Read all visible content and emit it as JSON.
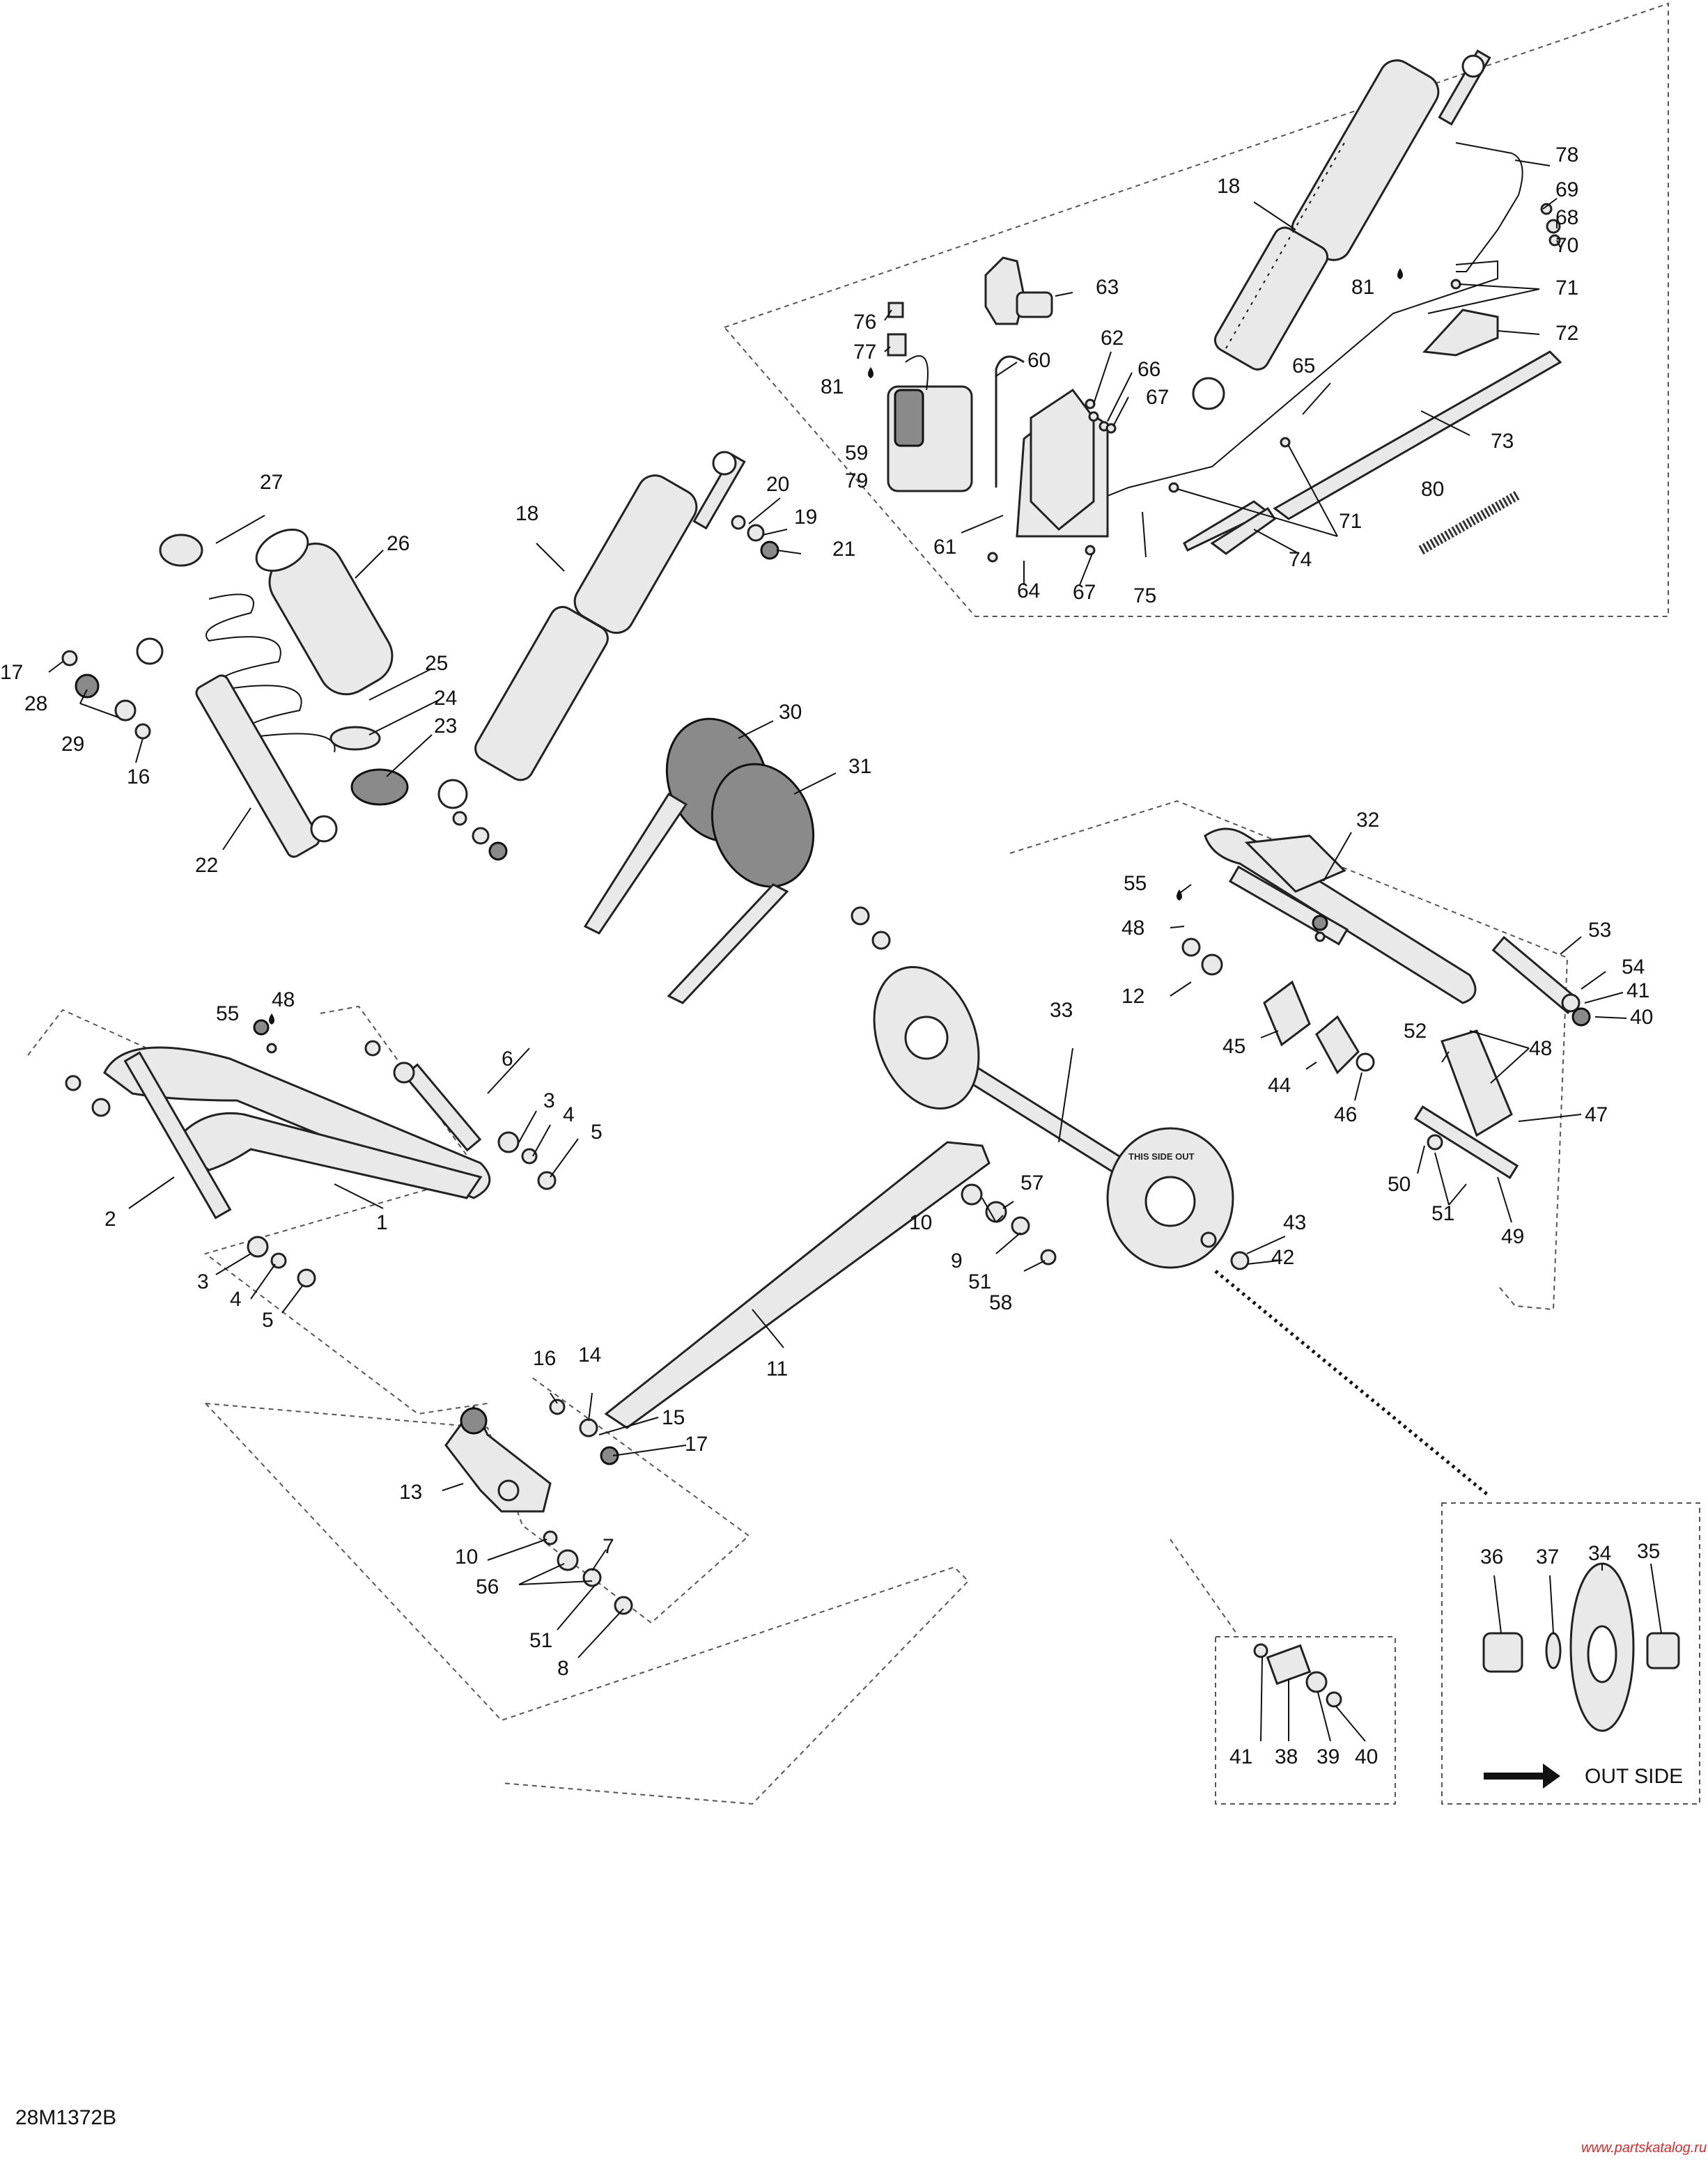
{
  "drawing_code": "28M1372B",
  "watermark": "www.partskatalog.ru",
  "legend": {
    "out_side_label": "OUT SIDE"
  },
  "wheel_imprint": "THIS SIDE OUT",
  "callouts": {
    "c1": "1",
    "c2": "2",
    "c3a": "3",
    "c3b": "3",
    "c4a": "4",
    "c4b": "4",
    "c5a": "5",
    "c5b": "5",
    "c6": "6",
    "c7": "7",
    "c8": "8",
    "c9": "9",
    "c10a": "10",
    "c10b": "10",
    "c11": "11",
    "c12": "12",
    "c13": "13",
    "c14": "14",
    "c15": "15",
    "c16a": "16",
    "c16b": "16",
    "c17a": "17",
    "c17b": "17",
    "c18a": "18",
    "c18b": "18",
    "c19": "19",
    "c20": "20",
    "c21": "21",
    "c22": "22",
    "c23": "23",
    "c24": "24",
    "c25": "25",
    "c26": "26",
    "c27": "27",
    "c28": "28",
    "c29": "29",
    "c30": "30",
    "c31": "31",
    "c32": "32",
    "c33": "33",
    "c34": "34",
    "c35": "35",
    "c36": "36",
    "c37": "37",
    "c38": "38",
    "c39": "39",
    "c40a": "40",
    "c40b": "40",
    "c41a": "41",
    "c41b": "41",
    "c42": "42",
    "c43": "43",
    "c44": "44",
    "c45": "45",
    "c46": "46",
    "c47": "47",
    "c48a": "48",
    "c48b": "48",
    "c48c": "48",
    "c49": "49",
    "c50": "50",
    "c51a": "51",
    "c51b": "51",
    "c51c": "51",
    "c52": "52",
    "c53": "53",
    "c54": "54",
    "c55a": "55",
    "c55b": "55",
    "c56": "56",
    "c57": "57",
    "c58": "58",
    "c59": "59",
    "c60": "60",
    "c61": "61",
    "c62": "62",
    "c63": "63",
    "c64": "64",
    "c65": "65",
    "c66": "66",
    "c67a": "67",
    "c67b": "67",
    "c68": "68",
    "c69": "69",
    "c70": "70",
    "c71a": "71",
    "c71b": "71",
    "c72": "72",
    "c73": "73",
    "c74": "74",
    "c75": "75",
    "c76": "76",
    "c77": "77",
    "c78": "78",
    "c79": "79",
    "c80": "80",
    "c81a": "81",
    "c81b": "81"
  },
  "colors": {
    "line": "#111111",
    "part_fill": "#e9e9e9",
    "dark_part": "#8a8a8a",
    "watermark": "#d62d2d"
  }
}
